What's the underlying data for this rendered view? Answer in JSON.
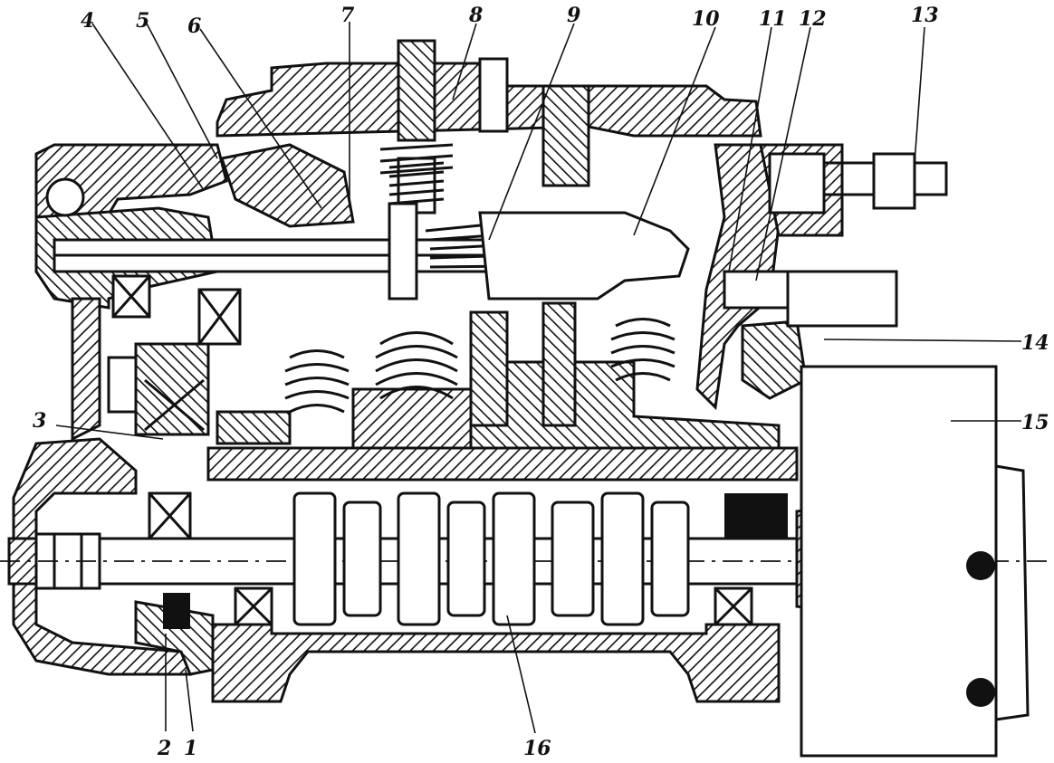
{
  "diagram": {
    "callouts": [
      {
        "id": "c1",
        "label": "1"
      },
      {
        "id": "c2",
        "label": "2"
      },
      {
        "id": "c3",
        "label": "3"
      },
      {
        "id": "c4",
        "label": "4"
      },
      {
        "id": "c5",
        "label": "5"
      },
      {
        "id": "c6",
        "label": "6"
      },
      {
        "id": "c7",
        "label": "7"
      },
      {
        "id": "c8",
        "label": "8"
      },
      {
        "id": "c9",
        "label": "9"
      },
      {
        "id": "c10",
        "label": "10"
      },
      {
        "id": "c11",
        "label": "11"
      },
      {
        "id": "c12",
        "label": "12"
      },
      {
        "id": "c13",
        "label": "13"
      },
      {
        "id": "c14",
        "label": "14"
      },
      {
        "id": "c15",
        "label": "15"
      },
      {
        "id": "c16",
        "label": "16"
      }
    ],
    "colors": {
      "ink": "#111111",
      "paper": "#ffffff"
    }
  }
}
